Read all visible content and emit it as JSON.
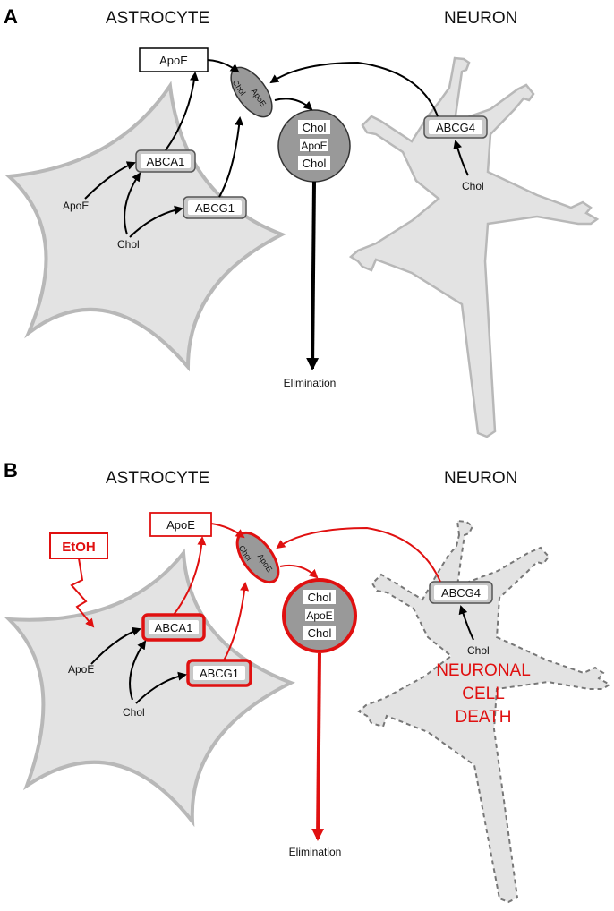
{
  "panel_a": {
    "letter": "A",
    "astrocyte_title": "ASTROCYTE",
    "neuron_title": "NEURON",
    "apoe_box": "ApoE",
    "abca1": "ABCA1",
    "abcg1": "ABCG1",
    "abcg4": "ABCG4",
    "apoe_in": "ApoE",
    "chol_in": "Chol",
    "chol_neuron": "Chol",
    "ellipse_chol": "Chol",
    "ellipse_apoe": "ApoE",
    "circle_line1": "Chol",
    "circle_line2": "ApoE",
    "circle_line3": "Chol",
    "elimination": "Elimination"
  },
  "panel_b": {
    "letter": "B",
    "astrocyte_title": "ASTROCYTE",
    "neuron_title": "NEURON",
    "etoh": "EtOH",
    "apoe_box": "ApoE",
    "abca1": "ABCA1",
    "abcg1": "ABCG1",
    "abcg4": "ABCG4",
    "apoe_in": "ApoE",
    "chol_in": "Chol",
    "chol_neuron": "Chol",
    "ellipse_chol": "Chol",
    "ellipse_apoe": "ApoE",
    "circle_line1": "Chol",
    "circle_line2": "ApoE",
    "circle_line3": "Chol",
    "elimination": "Elimination",
    "death_line1": "NEURONAL",
    "death_line2": "CELL",
    "death_line3": "DEATH"
  },
  "colors": {
    "cell_fill": "#e3e3e3",
    "cell_stroke": "#b8b8b8",
    "transporter_fill": "#c8c8c8",
    "black_arrow": "#000000",
    "red_arrow": "#e01010"
  }
}
